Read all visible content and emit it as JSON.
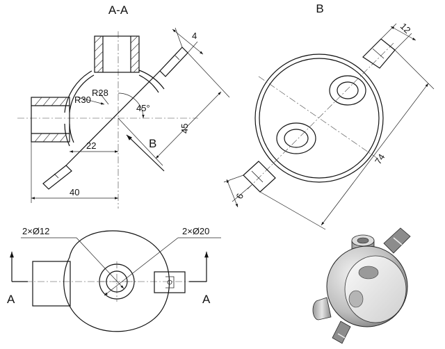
{
  "views": {
    "section_title": "A-A",
    "aux_title": "B"
  },
  "section_view": {
    "dims": {
      "thickness": "4",
      "r_outer": "R30",
      "r_inner": "R28",
      "angle": "45°",
      "len_45": "45",
      "len_22": "22",
      "len_40": "40",
      "view_arrow": "B"
    }
  },
  "aux_view": {
    "dims": {
      "slot_width": "12",
      "overall": "74",
      "tab": "6"
    }
  },
  "plan_view": {
    "dims": {
      "holes_small": "2×Ø12",
      "holes_large": "2×Ø20"
    },
    "cut_label_left": "A",
    "cut_label_right": "A"
  },
  "colors": {
    "line": "#111111",
    "background": "#ffffff",
    "shade_dark": "#7a7a7a",
    "shade_light": "#e8e8e8"
  }
}
